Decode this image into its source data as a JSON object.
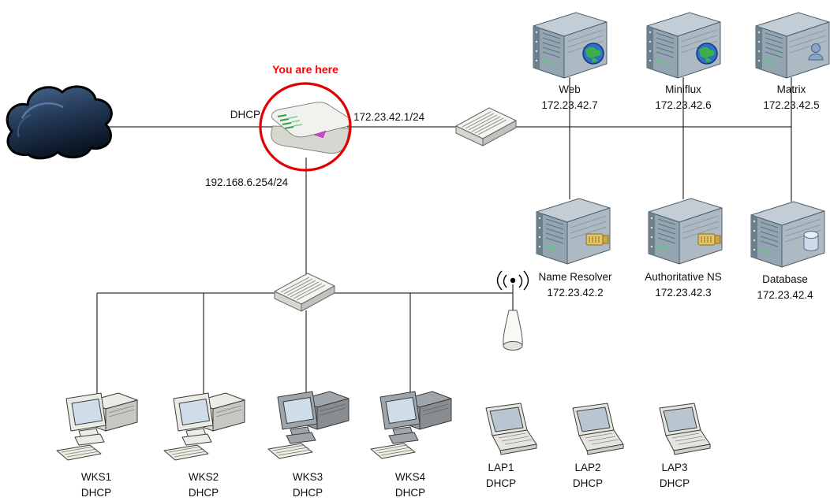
{
  "annotations": {
    "you_are_here": "You are here",
    "router_dhcp": "DHCP",
    "router_wan_ip": "172.23.42.1/24",
    "router_lan_ip": "192.168.6.254/24"
  },
  "servers": [
    {
      "name": "Web",
      "ip": "172.23.42.7"
    },
    {
      "name": "Miniflux",
      "ip": "172.23.42.6"
    },
    {
      "name": "Matrix",
      "ip": "172.23.42.5"
    },
    {
      "name": "Name Resolver",
      "ip": "172.23.42.2"
    },
    {
      "name": "Authoritative NS",
      "ip": "172.23.42.3"
    },
    {
      "name": "Database",
      "ip": "172.23.42.4"
    }
  ],
  "workstations": [
    {
      "name": "WKS1",
      "ip": "DHCP"
    },
    {
      "name": "WKS2",
      "ip": "DHCP"
    },
    {
      "name": "WKS3",
      "ip": "DHCP"
    },
    {
      "name": "WKS4",
      "ip": "DHCP"
    }
  ],
  "laptops": [
    {
      "name": "LAP1",
      "ip": "DHCP"
    },
    {
      "name": "LAP2",
      "ip": "DHCP"
    },
    {
      "name": "LAP3",
      "ip": "DHCP"
    }
  ],
  "colors": {
    "highlight_circle": "#e00000",
    "annotation_text": "#ff0000",
    "link_line": "#000000"
  },
  "icons": {
    "cloud": "internet-cloud",
    "router": "router",
    "switch": "network-switch",
    "access_point": "wireless-access-point",
    "globe": "globe-icon",
    "person": "person-icon",
    "ethernet": "ethernet-plug-icon",
    "database": "database-cylinder-icon"
  }
}
